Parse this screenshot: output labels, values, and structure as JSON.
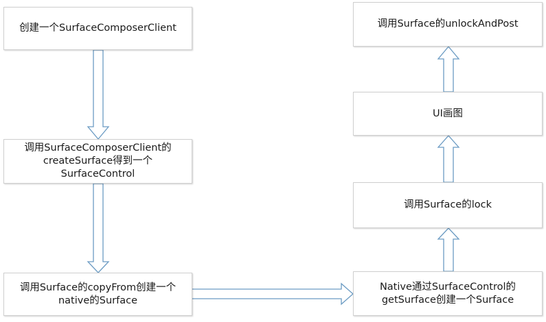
{
  "colors": {
    "box_border": "#cfcfcf",
    "arrow_stroke": "#6b9bc3",
    "arrow_fill": "#ffffff"
  },
  "steps": {
    "s1": "创建一个SurfaceComposerClient",
    "s2": "调用SurfaceComposerClient的\ncreateSurface得到一个\nSurfaceControl",
    "s3": "调用Surface的copyFrom创建一个\nnative的Surface",
    "s4": "Native通过SurfaceControl的\ngetSurface创建一个Surface",
    "s5": "调用Surface的lock",
    "s6": "UI画图",
    "s7": "调用Surface的unlockAndPost"
  }
}
